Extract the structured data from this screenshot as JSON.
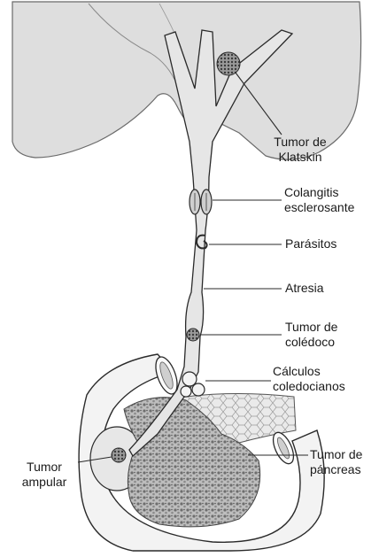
{
  "colors": {
    "liver": "#dedede",
    "liver_edge": "#6a6a6a",
    "duct": "#e6e6e6",
    "ink": "#2a2a2a",
    "pancreas": "#b9b9b9",
    "intestine": "#f1f1f1",
    "lesion": "#7c7c7c"
  },
  "labels": {
    "klatskin": [
      "Tumor de",
      "Klatskin"
    ],
    "colangitis": [
      "Colangitis",
      "esclerosante"
    ],
    "parasitos": [
      "Parásitos"
    ],
    "atresia": [
      "Atresia"
    ],
    "coledoco": [
      "Tumor de",
      "colédoco"
    ],
    "calculos": [
      "Cálculos",
      "coledocianos"
    ],
    "ampular": [
      "Tumor",
      "ampular"
    ],
    "pancreas": [
      "Tumor de",
      "páncreas"
    ]
  }
}
